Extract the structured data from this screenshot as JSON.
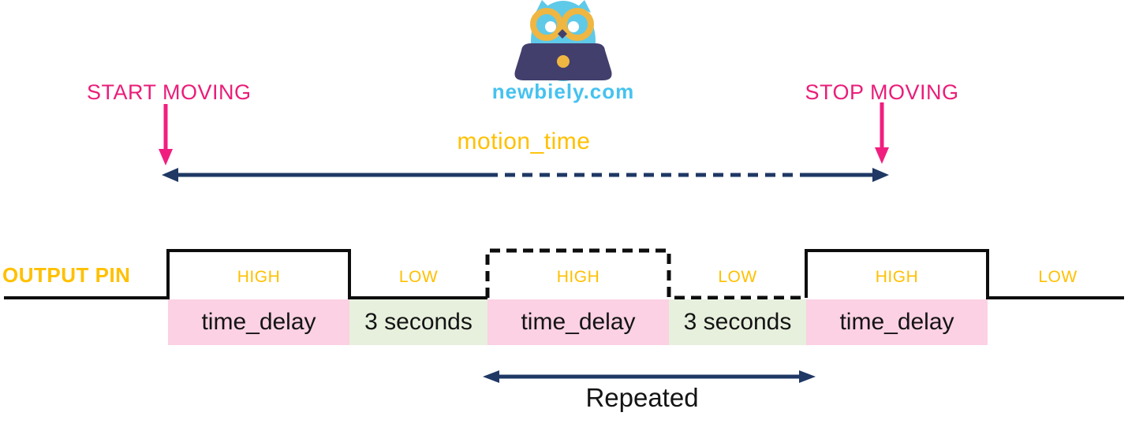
{
  "logo": {
    "site": "newbiely.com",
    "icon": "owl-with-glasses-at-laptop"
  },
  "colors": {
    "magenta": "#EA1D79",
    "gold": "#FFC000",
    "navy": "#1F3864",
    "black_trace": "#0d0d0d",
    "pink_box": "#FBD1E3",
    "green_box": "#E7F0DD",
    "logo_blue": "#45C2F0",
    "owl_body_blue": "#5FC9E8",
    "glasses_gold": "#EFB642",
    "laptop_navy": "#423F6D"
  },
  "annotations": {
    "start": "START MOVING",
    "stop": "STOP MOVING",
    "motion_time": "motion_time",
    "output_pin": "OUTPUT PIN",
    "repeated": "Repeated"
  },
  "waveform": {
    "states": [
      {
        "level": "HIGH",
        "duration": "time_delay",
        "style": "solid"
      },
      {
        "level": "LOW",
        "duration": "3 seconds",
        "style": "solid"
      },
      {
        "level": "HIGH",
        "duration": "time_delay",
        "style": "dashed"
      },
      {
        "level": "LOW",
        "duration": "3 seconds",
        "style": "dashed"
      },
      {
        "level": "HIGH",
        "duration": "time_delay",
        "style": "solid"
      },
      {
        "level": "LOW",
        "duration": "",
        "style": "solid"
      }
    ]
  }
}
